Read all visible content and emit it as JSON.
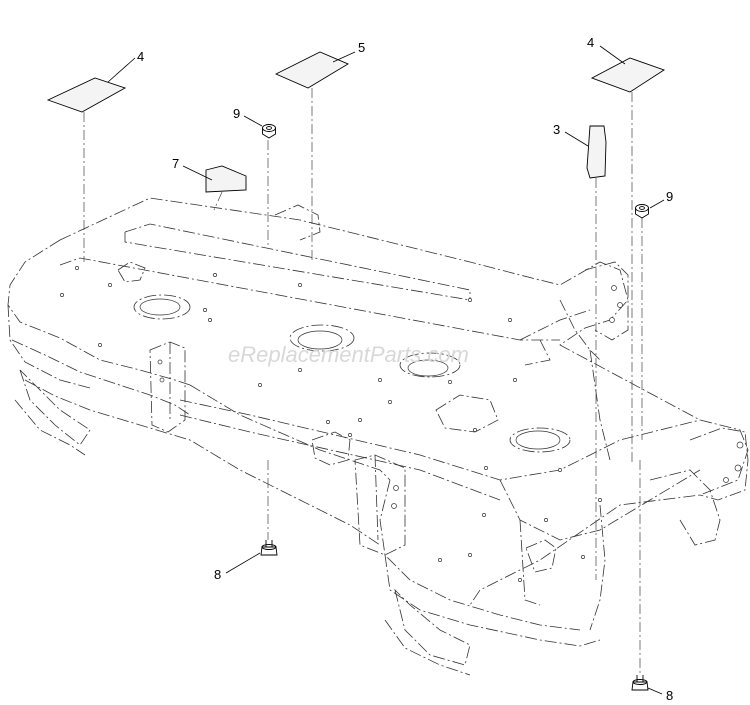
{
  "watermark": "eReplacementParts.com",
  "callouts": [
    {
      "id": "c-4a",
      "label": "4"
    },
    {
      "id": "c-5",
      "label": "5"
    },
    {
      "id": "c-4b",
      "label": "4"
    },
    {
      "id": "c-9a",
      "label": "9"
    },
    {
      "id": "c-3",
      "label": "3"
    },
    {
      "id": "c-7",
      "label": "7"
    },
    {
      "id": "c-9b",
      "label": "9"
    },
    {
      "id": "c-8a",
      "label": "8"
    },
    {
      "id": "c-8b",
      "label": "8"
    }
  ]
}
